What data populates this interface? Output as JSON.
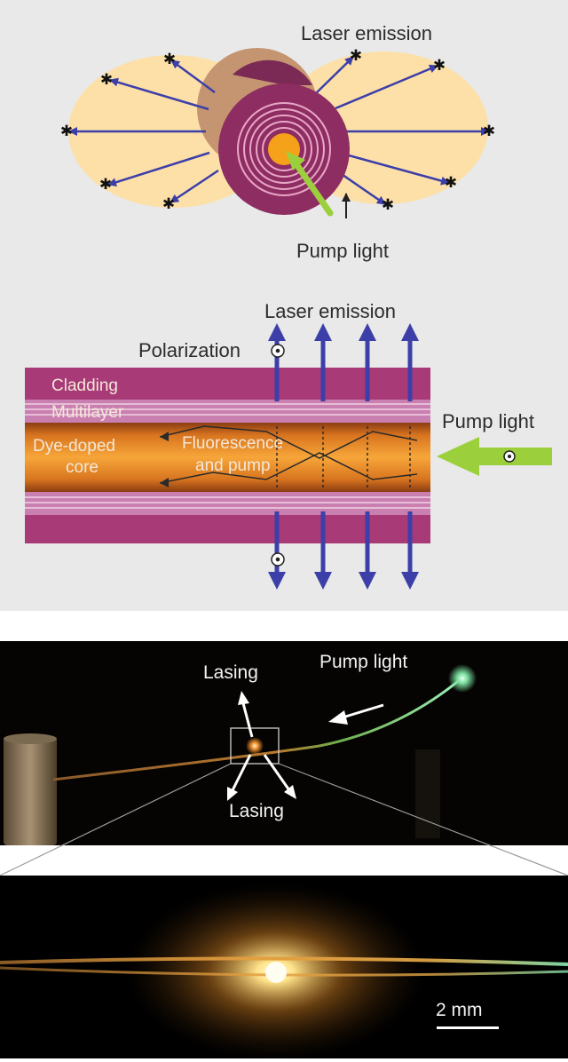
{
  "top_diagram": {
    "laser_emission_label": "Laser emission",
    "pump_light_label": "Pump light"
  },
  "side_diagram": {
    "laser_emission_label": "Laser emission",
    "polarization_label": "Polarization",
    "cladding_label": "Cladding",
    "multilayer_label": "Multilayer",
    "core_label_line1": "Dye-doped",
    "core_label_line2": "core",
    "fluorescence_label_line1": "Fluorescence",
    "fluorescence_label_line2": "and pump",
    "pump_light_label": "Pump light"
  },
  "photo": {
    "lasing_top_label": "Lasing",
    "lasing_bottom_label": "Lasing",
    "pump_light_label": "Pump light"
  },
  "zoom": {
    "scale_bar_label": "2 mm"
  },
  "colors": {
    "cladding": "#a83a78",
    "core": "#f29a2e",
    "emission_arrow": "#3d3fa8",
    "pump_arrow": "#9ccf3c",
    "lobe": "#fde0a8"
  }
}
